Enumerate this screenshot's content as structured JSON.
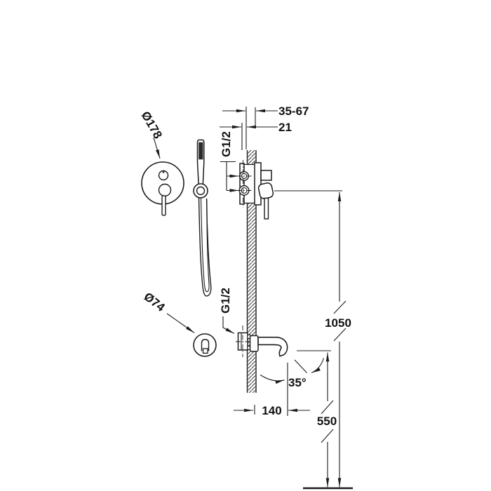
{
  "diagram": {
    "dimensions": {
      "recess_depth": "35-67",
      "wall_offset": "21",
      "mixer_height": "1050",
      "spout_height": "550",
      "spout_projection": "140",
      "swivel_angle": "35°"
    },
    "labels": {
      "plate_diameter": "Ø178",
      "outlet_diameter": "Ø74",
      "thread_mixer": "G1/2",
      "thread_spout": "G1/2"
    },
    "colors": {
      "line": "#1c1c1c",
      "background": "#ffffff"
    }
  }
}
